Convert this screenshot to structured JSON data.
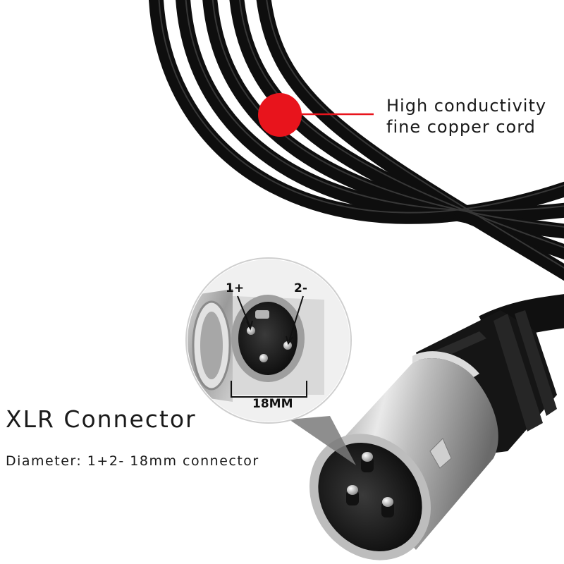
{
  "callout": {
    "line1": "High conductivity",
    "line2": "fine copper cord",
    "marker_color": "#e8141c"
  },
  "product": {
    "title": "XLR Connector",
    "description": "Diameter: 1+2- 18mm connector"
  },
  "inset": {
    "pin_positive": "1+",
    "pin_negative": "2-",
    "dimension": "18MM"
  }
}
